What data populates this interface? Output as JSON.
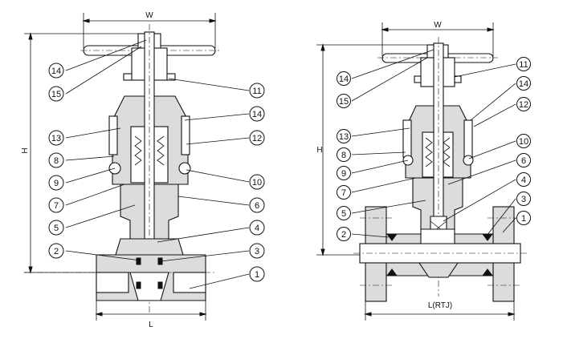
{
  "left_view": {
    "dim_width": "W",
    "dim_height": "H",
    "dim_length": "L",
    "callouts": [
      "1",
      "2",
      "3",
      "4",
      "5",
      "6",
      "7",
      "8",
      "9",
      "10",
      "11",
      "12",
      "13",
      "14",
      "15"
    ]
  },
  "right_view": {
    "dim_width": "W",
    "dim_height": "H",
    "dim_length": "L(RTJ)",
    "callouts": [
      "1",
      "2",
      "3",
      "4",
      "5",
      "6",
      "7",
      "8",
      "9",
      "10",
      "11",
      "12",
      "13",
      "14",
      "15"
    ]
  }
}
